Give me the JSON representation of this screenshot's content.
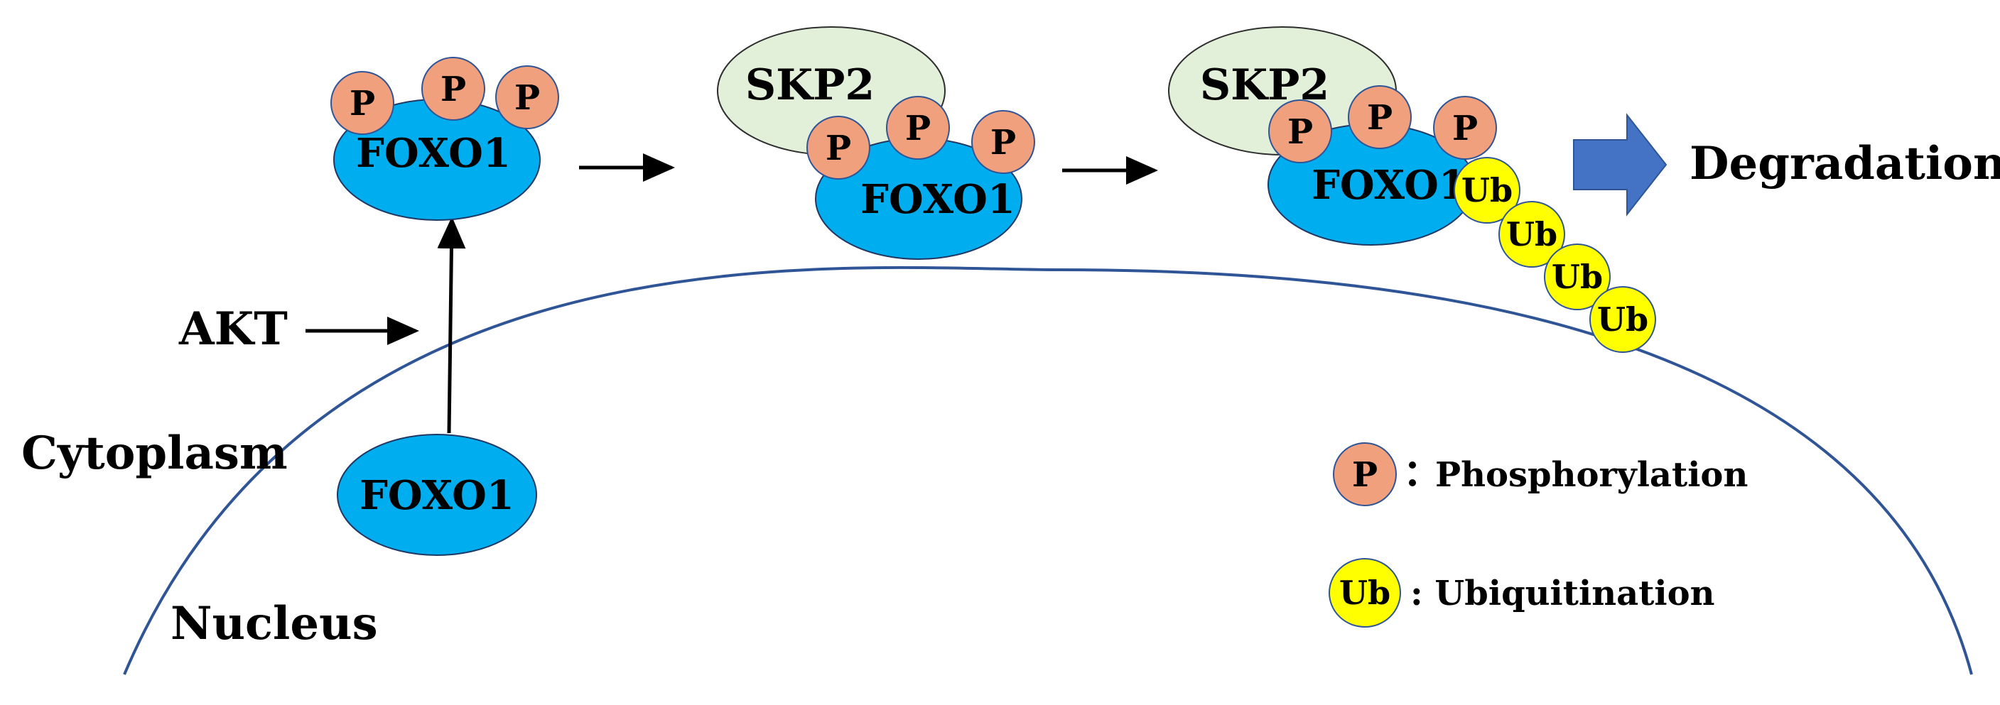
{
  "colors": {
    "foxo1": "#00aeef",
    "phospho": "#f0a07c",
    "ubiquitin": "#ffff00",
    "skp2": "#e2f0d9",
    "membrane": "#2f5597",
    "block_arrow": "#4472c4"
  },
  "labels": {
    "foxo1": "FOXO1",
    "skp2": "SKP2",
    "p": "P",
    "ub": "Ub",
    "akt": "AKT",
    "cytoplasm": "Cytoplasm",
    "nucleus": "Nucleus",
    "degradation": "Degradation"
  },
  "legend": {
    "phosphorylation_symbol": "P",
    "phosphorylation_text": "Phosphorylation",
    "ubiquitination_symbol": "Ub",
    "ubiquitination_text": ": Ubiquitination"
  }
}
